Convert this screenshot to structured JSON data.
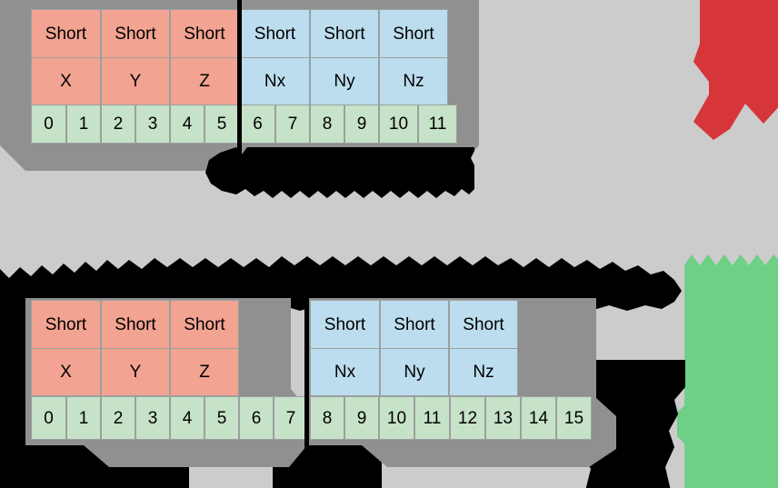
{
  "page": {
    "background_color": "#cccccc",
    "panel_color": "#909090",
    "redaction_color": "#000000"
  },
  "palette": {
    "salmon": "#f2a391",
    "blue": "#bcddee",
    "green": "#c6e2c8",
    "red_shape": "#d6353a",
    "green_shape": "#6fcf87",
    "cell_border": "#9aa0a0"
  },
  "diagrams": [
    {
      "id": "layout-12-byte",
      "name": "twelve-index-layout",
      "position_group": "top",
      "groups": [
        {
          "name": "position-group",
          "color_key": "salmon",
          "type_row": [
            "Short",
            "Short",
            "Short"
          ],
          "name_row": [
            "X",
            "Y",
            "Z"
          ],
          "indices": [
            "0",
            "1",
            "2",
            "3",
            "4",
            "5"
          ]
        },
        {
          "name": "normal-group",
          "color_key": "blue",
          "type_row": [
            "Short",
            "Short",
            "Short"
          ],
          "name_row": [
            "Nx",
            "Ny",
            "Nz"
          ],
          "indices": [
            "6",
            "7",
            "8",
            "9",
            "10",
            "11"
          ]
        }
      ]
    },
    {
      "id": "layout-16-byte",
      "name": "sixteen-index-layout",
      "position_group": "bottom",
      "groups": [
        {
          "name": "position-group",
          "color_key": "salmon",
          "type_row": [
            "Short",
            "Short",
            "Short"
          ],
          "name_row": [
            "X",
            "Y",
            "Z"
          ],
          "indices": [
            "0",
            "1",
            "2",
            "3",
            "4",
            "5",
            "6",
            "7"
          ]
        },
        {
          "name": "normal-group",
          "color_key": "blue",
          "type_row": [
            "Short",
            "Short",
            "Short"
          ],
          "name_row": [
            "Nx",
            "Ny",
            "Nz"
          ],
          "indices": [
            "8",
            "9",
            "10",
            "11",
            "12",
            "13",
            "14",
            "15"
          ]
        }
      ]
    }
  ]
}
